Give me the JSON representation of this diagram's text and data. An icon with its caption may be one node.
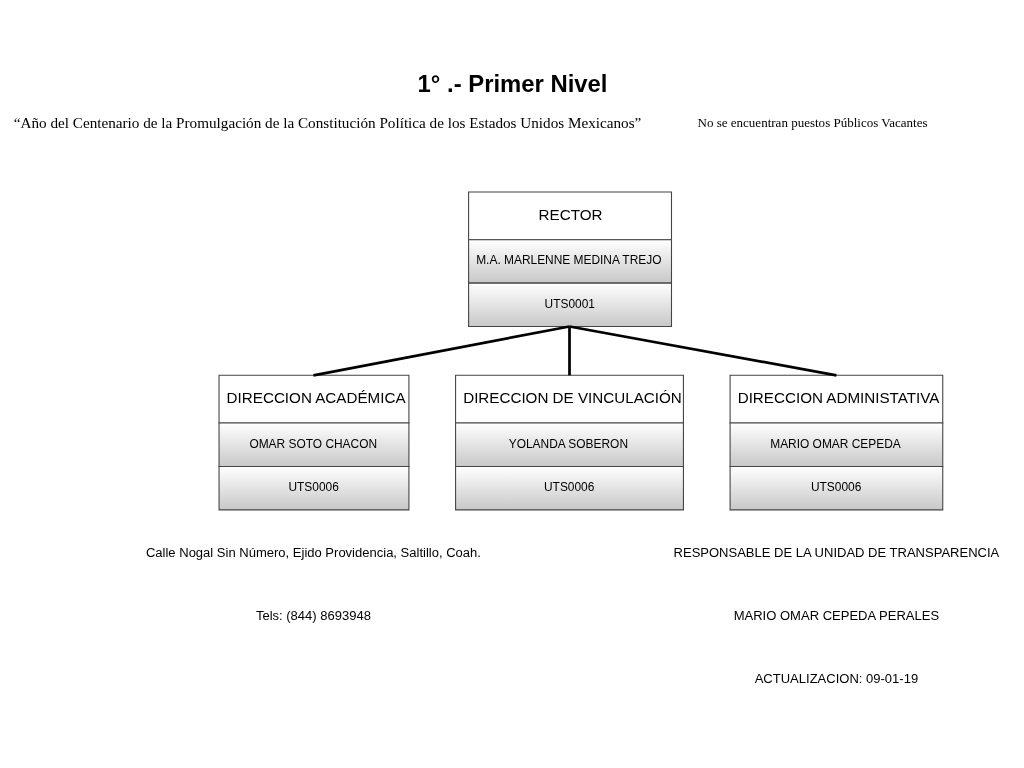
{
  "diagram": {
    "title": "1° .- Primer Nivel",
    "nodes": [
      {
        "text": [
          "RECTOR",
          "M.A. MARLENNE MEDINA TREJO",
          "UTS0001"
        ]
      },
      {
        "text": [
          "DIRECCION ACADÉMICA",
          "OMAR SOTO CHACON",
          "UTS0006"
        ]
      },
      {
        "text": [
          "DIRECCION DE VINCULACIÓN",
          "YOLANDA SOBERON",
          "UTS0006"
        ]
      },
      {
        "text": [
          "DIRECCION ADMINISTATIVA",
          "MARIO OMAR CEPEDA",
          "UTS0006"
        ]
      }
    ],
    "edges": [
      {
        "from": 0,
        "to": 1,
        "arrow": "none"
      },
      {
        "from": 0,
        "to": 2,
        "arrow": "none"
      },
      {
        "from": 0,
        "to": 3,
        "arrow": "none"
      }
    ],
    "labels": [
      "“Año del Centenario de la Promulgación de la Constitución Política de los Estados Unidos Mexicanos”",
      "No se encuentran puestos Públicos Vacantes",
      "Calle Nogal Sin Número, Ejido Providencia, Saltillo, Coah.",
      "Tels: (844) 8693948",
      "RESPONSABLE DE LA UNIDAD DE TRANSPARENCIA",
      "MARIO OMAR CEPEDA PERALES",
      "ACTUALIZACION: 09-01-19"
    ]
  }
}
